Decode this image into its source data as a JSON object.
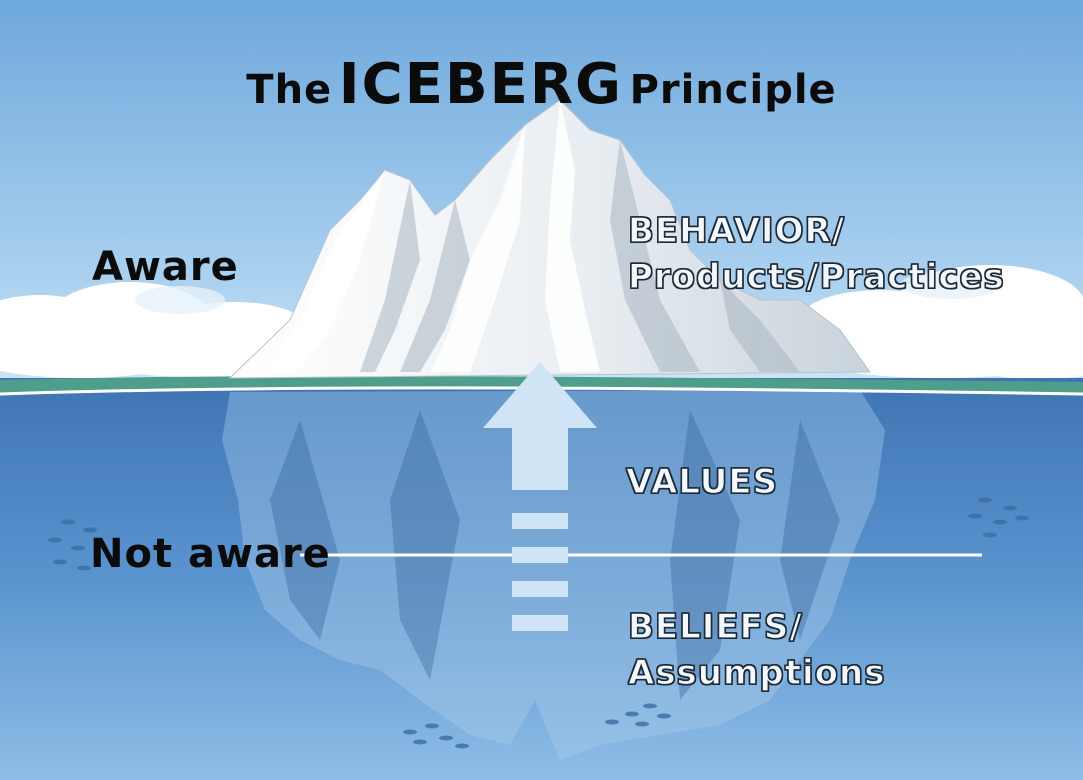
{
  "title": {
    "prefix": "The",
    "main": "ICEBERG",
    "suffix": "Principle"
  },
  "zones": {
    "above": "Aware",
    "below": "Not aware"
  },
  "layers": {
    "behavior": {
      "line1": "BEHAVIOR/",
      "line2": "Products/Practices"
    },
    "values": {
      "line1": "VALUES"
    },
    "beliefs": {
      "line1": "BELIEFS/",
      "line2": "Assumptions"
    }
  },
  "colors": {
    "sky_top": "#6fa8dc",
    "sky_bottom": "#cfe6f6",
    "water_top": "#3f74b3",
    "water_bottom": "#8fbde6",
    "waterline_green": "#4f9e8c",
    "arrow": "#cfe4f5"
  },
  "icons": [
    "iceberg-illustration",
    "up-arrow-icon",
    "fish-school-icon",
    "cloud-icon"
  ]
}
